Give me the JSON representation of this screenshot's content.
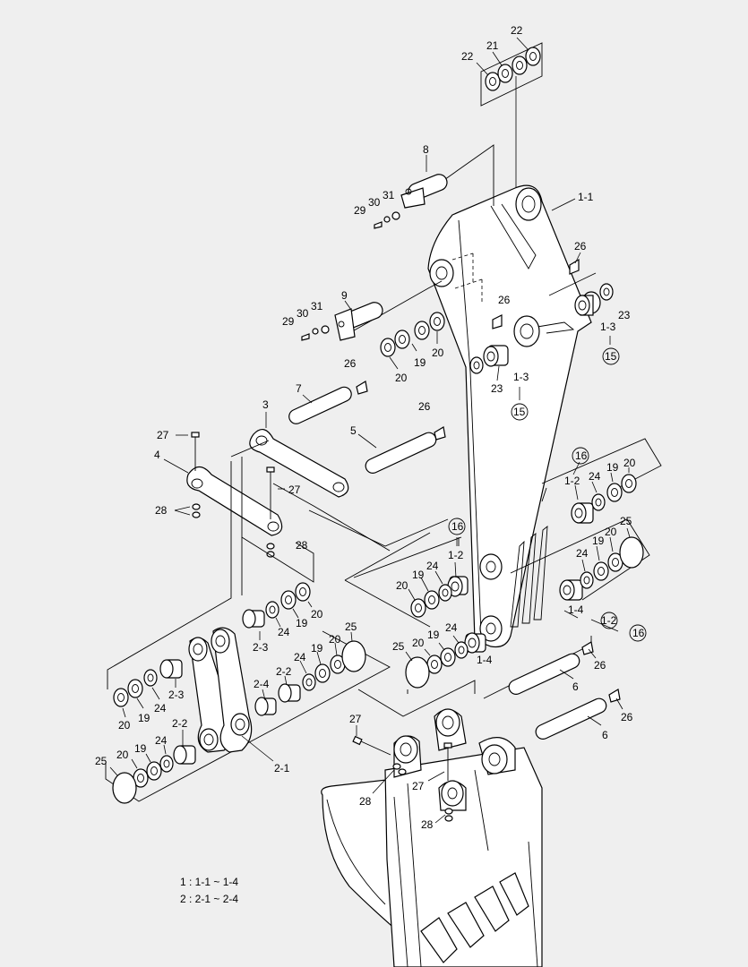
{
  "diagram": {
    "callouts": {
      "c22a": "22",
      "c21": "21",
      "c22b": "22",
      "c8": "8",
      "c29a": "29",
      "c30a": "30",
      "c31a": "31",
      "c1_1": "1-1",
      "c26a": "26",
      "c23a": "23",
      "c1_3a": "1-3",
      "c15a": "15",
      "c9": "9",
      "c29b": "29",
      "c30b": "30",
      "c31b": "31",
      "c26b": "26",
      "c20a": "20",
      "c19a": "19",
      "c20b": "20",
      "c23b": "23",
      "c1_3b": "1-3",
      "c15b": "15",
      "c26c": "26",
      "c7": "7",
      "c3": "3",
      "c26d": "26",
      "c5": "5",
      "c27a": "27",
      "c4": "4",
      "c27b": "27",
      "c28a": "28",
      "c28b": "28",
      "c16a": "16",
      "c1_2a": "1-2",
      "c24a": "24",
      "c19b": "19",
      "c20c": "20",
      "c25a": "25",
      "c20d": "20",
      "c24b": "24",
      "c19c": "19",
      "c16b": "16",
      "c1_2b": "1-2",
      "c20e": "20",
      "c19d": "19",
      "c24c": "24",
      "c1_4a": "1-4",
      "c1_2c": "1-2",
      "c16c": "16",
      "c20f": "20",
      "c19e": "19",
      "c24d": "24",
      "c2_3a": "2-3",
      "c25b": "25",
      "c20g": "20",
      "c19f": "19",
      "c24e": "24",
      "c1_4b": "1-4",
      "c26e": "26",
      "c6a": "6",
      "c2_2a": "2-2",
      "c2_4": "2-4",
      "c24f": "24",
      "c19g": "19",
      "c20h": "20",
      "c25c": "25",
      "c20i": "20",
      "c19h": "19",
      "c24g": "24",
      "c2_3b": "2-3",
      "c26f": "26",
      "c6b": "6",
      "c2_2b": "2-2",
      "c2_1": "2-1",
      "c25d": "25",
      "c20j": "20",
      "c19i": "19",
      "c24h": "24",
      "c27c": "27",
      "c28c": "28",
      "c27d": "27",
      "c28d": "28"
    },
    "legend": [
      "1 : 1-1 ~ 1-4",
      "2 : 2-1 ~ 2-4"
    ]
  }
}
